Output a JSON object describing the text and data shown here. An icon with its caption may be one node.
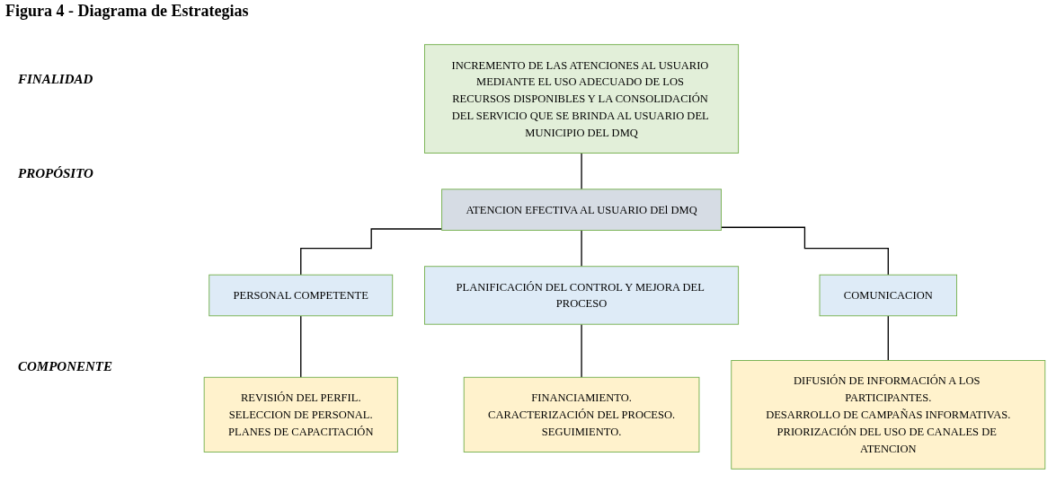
{
  "diagram": {
    "title": "Figura 4 - Diagrama de Estrategias",
    "nodes": [
      {
        "text": [
          "INCREMENTO DE LAS ATENCIONES AL USUARIO MEDIANTE EL USO ADECUADO DE LOS RECURSOS DISPONIBLES Y LA CONSOLIDACIÓN DEL SERVICIO QUE SE BRINDA AL USUARIO DEL MUNICIPIO DEL DMQ"
        ]
      },
      {
        "text": [
          "ATENCION EFECTIVA AL USUARIO DEl DMQ"
        ]
      },
      {
        "text": [
          "PERSONAL COMPETENTE"
        ]
      },
      {
        "text": [
          "PLANIFICACIÓN DEL CONTROL Y MEJORA DEL PROCESO"
        ]
      },
      {
        "text": [
          "COMUNICACION"
        ]
      },
      {
        "text": [
          "REVISIÓN DEL PERFIL.",
          "SELECCION DE PERSONAL.",
          "PLANES DE CAPACITACIÓN"
        ]
      },
      {
        "text": [
          "FINANCIAMIENTO.",
          "CARACTERIZACIÓN DEL PROCESO.",
          "SEGUIMIENTO."
        ]
      },
      {
        "text": [
          "DIFUSIÓN DE INFORMACIÓN A LOS PARTICIPANTES.",
          "DESARROLLO DE CAMPAÑAS INFORMATIVAS.",
          "PRIORIZACIÓN DEL USO DE CANALES DE ATENCION"
        ]
      }
    ],
    "edges": [
      {
        "from": 0,
        "to": 1,
        "arrow": "none"
      },
      {
        "from": 1,
        "to": 2,
        "arrow": "none"
      },
      {
        "from": 1,
        "to": 3,
        "arrow": "none"
      },
      {
        "from": 1,
        "to": 4,
        "arrow": "none"
      },
      {
        "from": 2,
        "to": 5,
        "arrow": "none"
      },
      {
        "from": 3,
        "to": 6,
        "arrow": "none"
      },
      {
        "from": 4,
        "to": 7,
        "arrow": "none"
      }
    ],
    "labels": [
      "FINALIDAD",
      "PROPÓSITO",
      "COMPONENTE"
    ]
  }
}
